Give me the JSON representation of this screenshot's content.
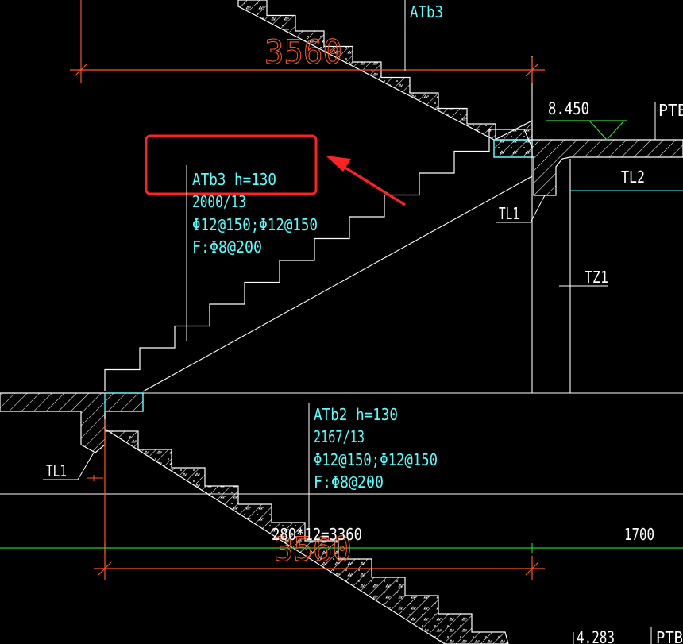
{
  "colors": {
    "background": "#000000",
    "line": "#ffffff",
    "annotation": "#55ffff",
    "dimension": "#ff5522",
    "highlight": "#ff2222",
    "grid_green": "#22cc22",
    "slab_green": "#33dd33"
  },
  "dimensions": {
    "top_span": "3560",
    "bottom_span": "3560",
    "step_length": "280*12=3360",
    "right_span": "1700"
  },
  "elevations": {
    "landing_top": "8.450",
    "landing_bottom": "4.283"
  },
  "labels": {
    "top_flight": "ATb3",
    "landing_slab_top": "PTB",
    "landing_slab_bottom": "PTB",
    "beam_tl2": "TL2",
    "beam_tl1_upper": "TL1",
    "beam_tl1_lower": "TL1",
    "column_tz1": "TZ1"
  },
  "annotation_upper": {
    "line1": "ATb3 h=130",
    "line2": "2000/13",
    "line3": "Φ12@150;Φ12@150",
    "line4": "F:Φ8@200"
  },
  "annotation_lower": {
    "line1": "ATb2 h=130",
    "line2": "2167/13",
    "line3": "Φ12@150;Φ12@150",
    "line4": "F:Φ8@200"
  }
}
